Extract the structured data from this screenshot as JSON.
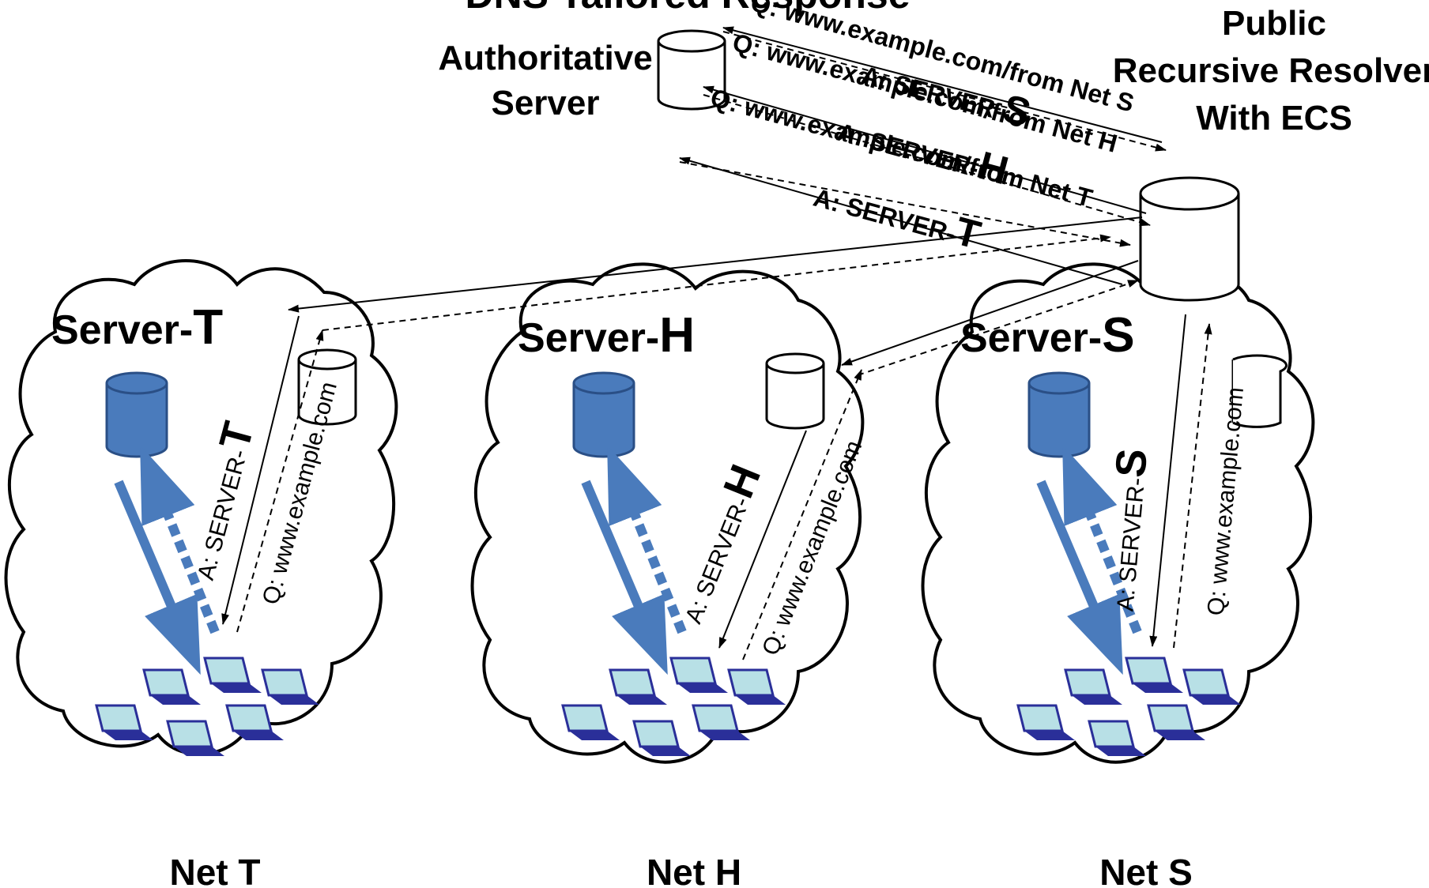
{
  "title": "DNS Tailored Response",
  "authoritative": {
    "line1": "Authoritative",
    "line2": "Server"
  },
  "resolver": {
    "line1": "Public",
    "line2": "Recursive Resolver",
    "line3": "With ECS"
  },
  "upstream_messages": [
    {
      "q": "Q: www.example.com/from Net S",
      "a_prefix": "A: SERVER-",
      "a_suffix": "S"
    },
    {
      "q": "Q: www.example.com/from Net H",
      "a_prefix": "A: SERVER-",
      "a_suffix": "H"
    },
    {
      "q": "Q: www.example.com/from Net T",
      "a_prefix": "A: SERVER-",
      "a_suffix": "T"
    }
  ],
  "networks": [
    {
      "server_prefix": "Server-",
      "server_suffix": "T",
      "net": "Net T",
      "answer_prefix": "A: SERVER-",
      "answer_suffix": "T",
      "query": "Q: www.example.com"
    },
    {
      "server_prefix": "Server-",
      "server_suffix": "H",
      "net": "Net H",
      "answer_prefix": "A: SERVER-",
      "answer_suffix": "H",
      "query": "Q: www.example.com"
    },
    {
      "server_prefix": "Server-",
      "server_suffix": "S",
      "net": "Net S",
      "answer_prefix": "A: SERVER-",
      "answer_suffix": "S",
      "query": "Q: www.example.com"
    }
  ],
  "colors": {
    "server_blue": "#4a7bbc",
    "laptop_screen": "#b8e0e6",
    "laptop_base": "#2a2f99",
    "arrow_blue": "#4a7bbc"
  }
}
